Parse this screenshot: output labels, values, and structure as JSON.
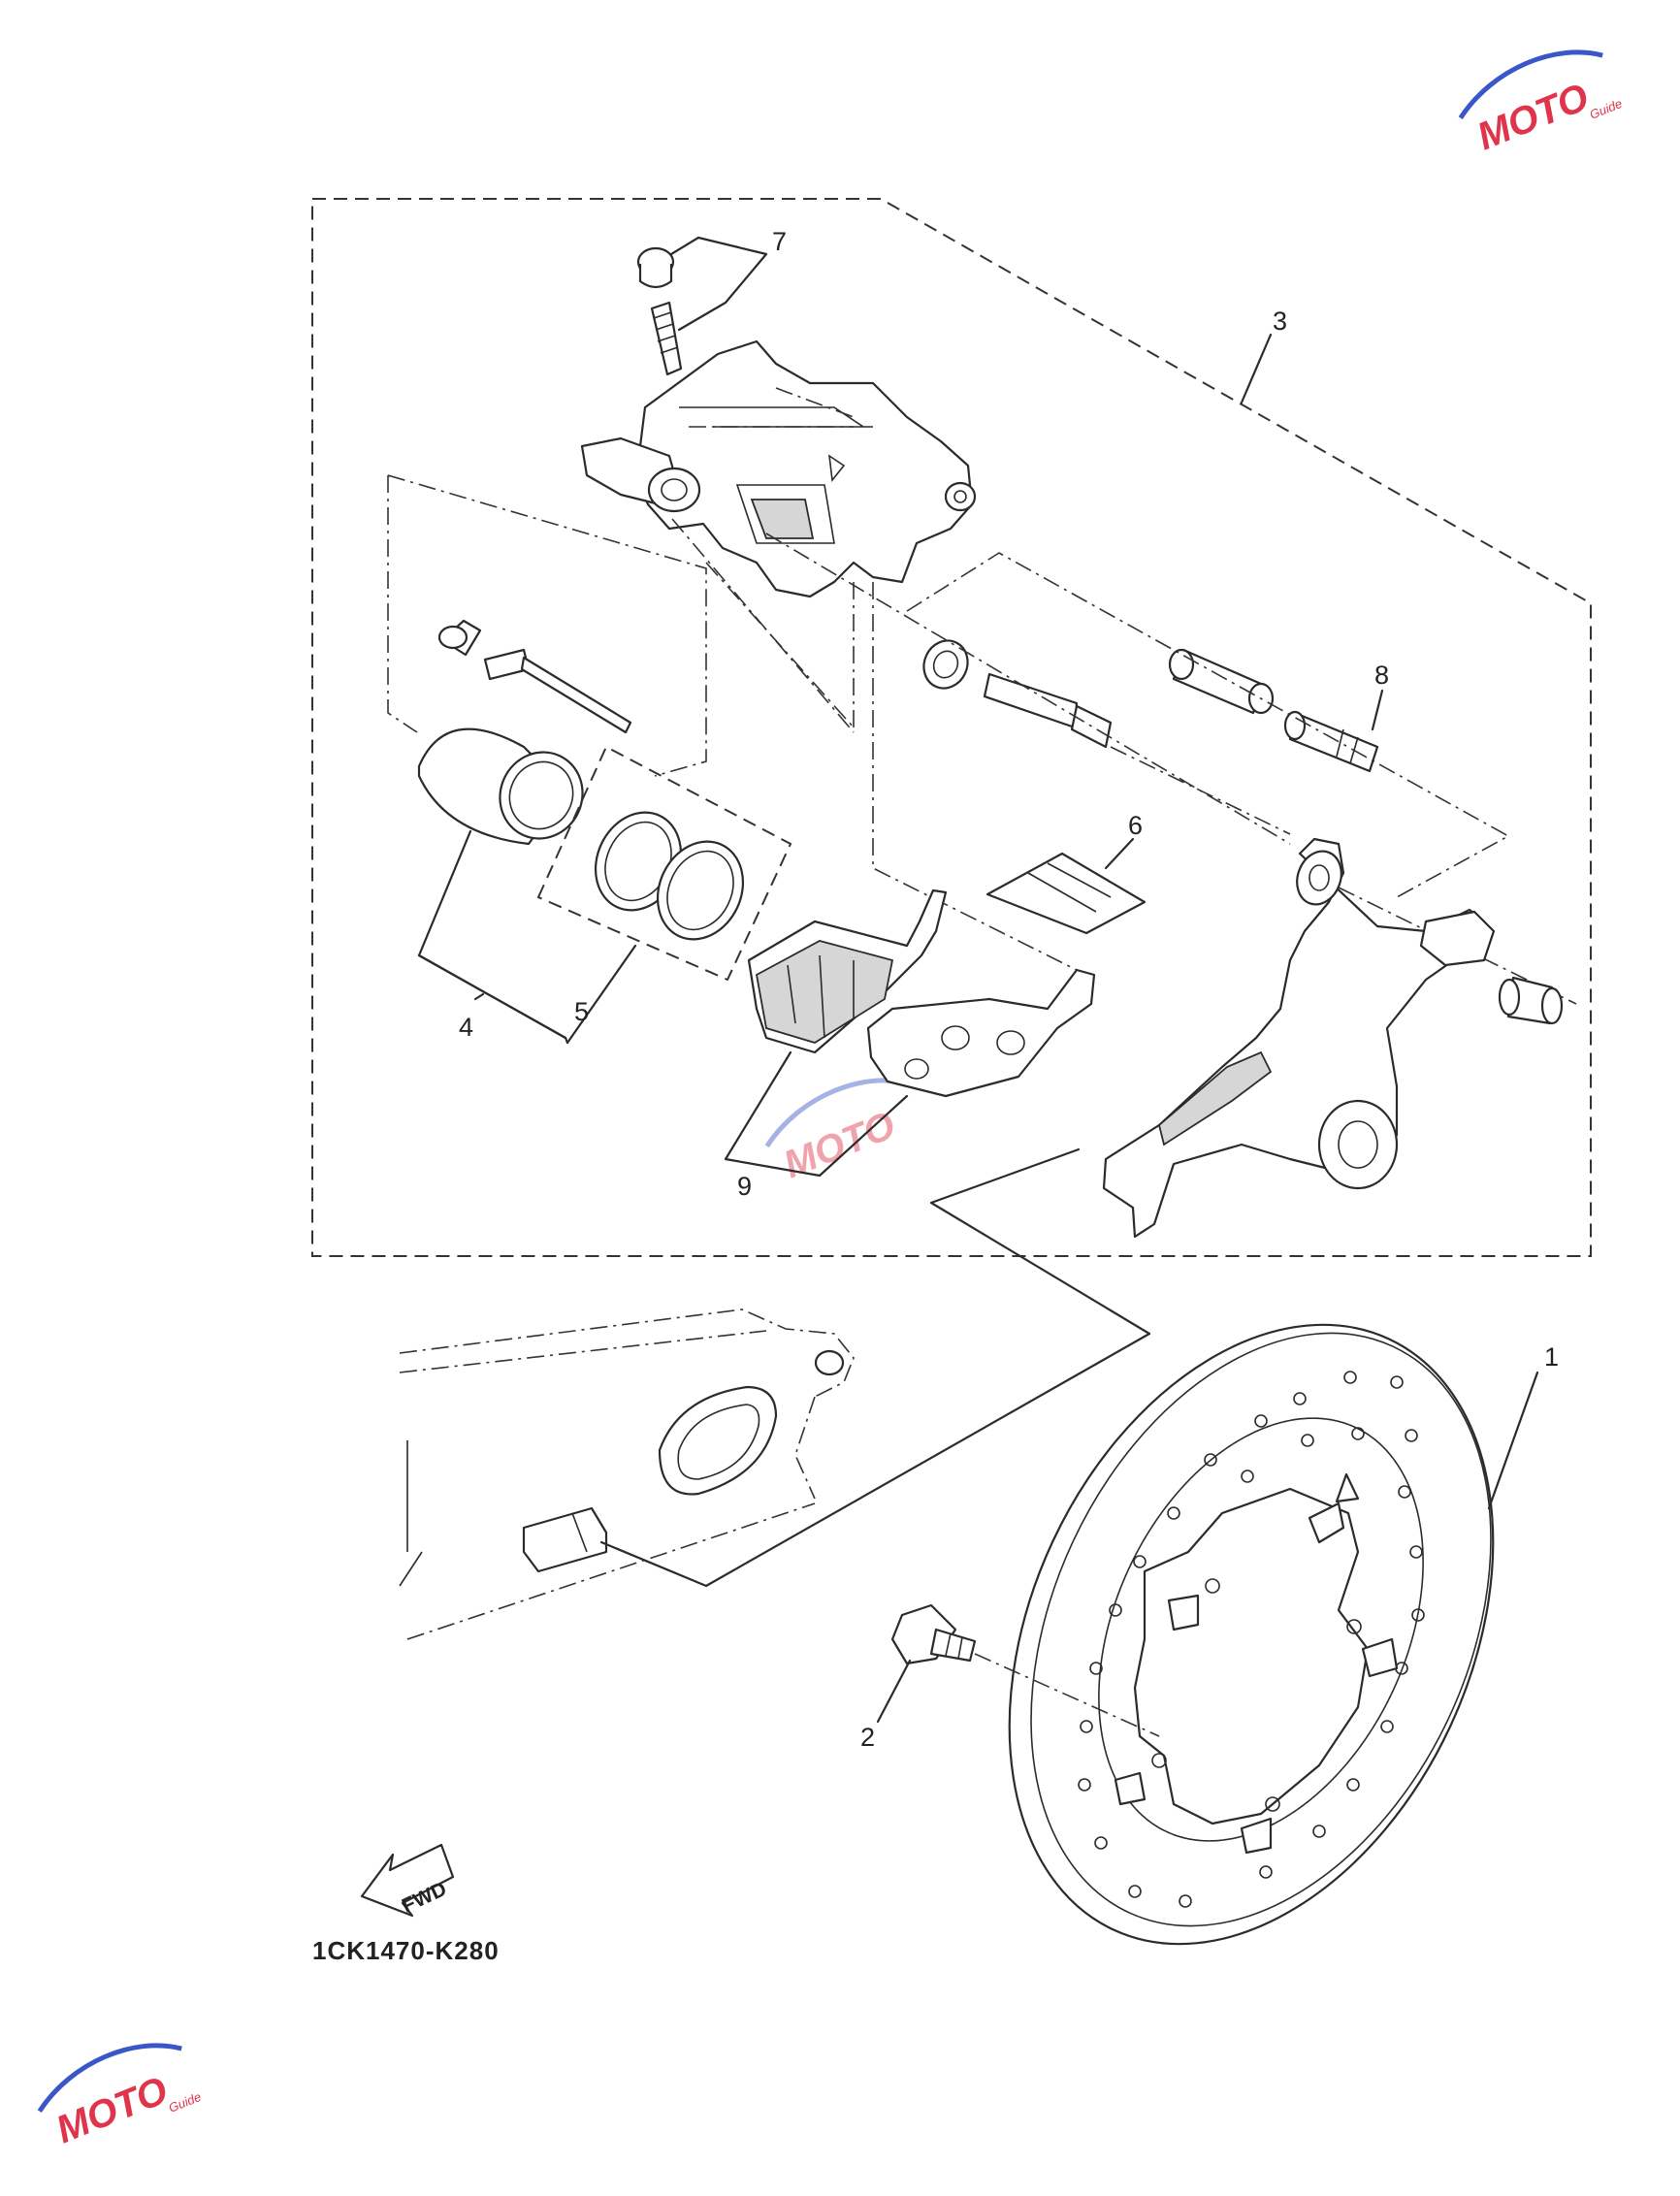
{
  "diagram": {
    "code": "1CK1470-K280",
    "fwd_label": "FWD",
    "callouts": [
      {
        "id": "c1",
        "label": "1"
      },
      {
        "id": "c2",
        "label": "2"
      },
      {
        "id": "c3",
        "label": "3"
      },
      {
        "id": "c4",
        "label": "4"
      },
      {
        "id": "c5",
        "label": "5"
      },
      {
        "id": "c6",
        "label": "6"
      },
      {
        "id": "c7",
        "label": "7"
      },
      {
        "id": "c8",
        "label": "8"
      },
      {
        "id": "c9",
        "label": "9"
      }
    ]
  },
  "watermark": {
    "text": "MOTO",
    "subtext": "Guide",
    "colors": {
      "red": "#e0344a",
      "blue": "#3a57c9"
    }
  }
}
